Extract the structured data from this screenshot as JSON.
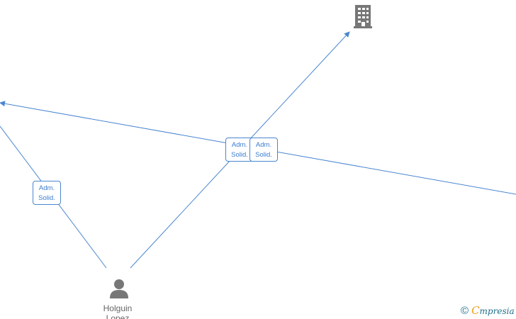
{
  "edges": [
    {
      "label_line1": "Adm.",
      "label_line2": "Solid."
    },
    {
      "label_line1": "Adm.",
      "label_line2": "Solid."
    },
    {
      "label_line1": "Adm.",
      "label_line2": "Solid."
    }
  ],
  "person": {
    "name_line1": "Holguin",
    "name_line2": "Lopez"
  },
  "watermark": {
    "copyright": "©",
    "brand_initial": "C",
    "brand_rest": "mpresia"
  },
  "colors": {
    "edge": "#4a86d0",
    "icon": "#777777"
  },
  "icons": {
    "company": "building-icon",
    "person": "person-icon"
  }
}
